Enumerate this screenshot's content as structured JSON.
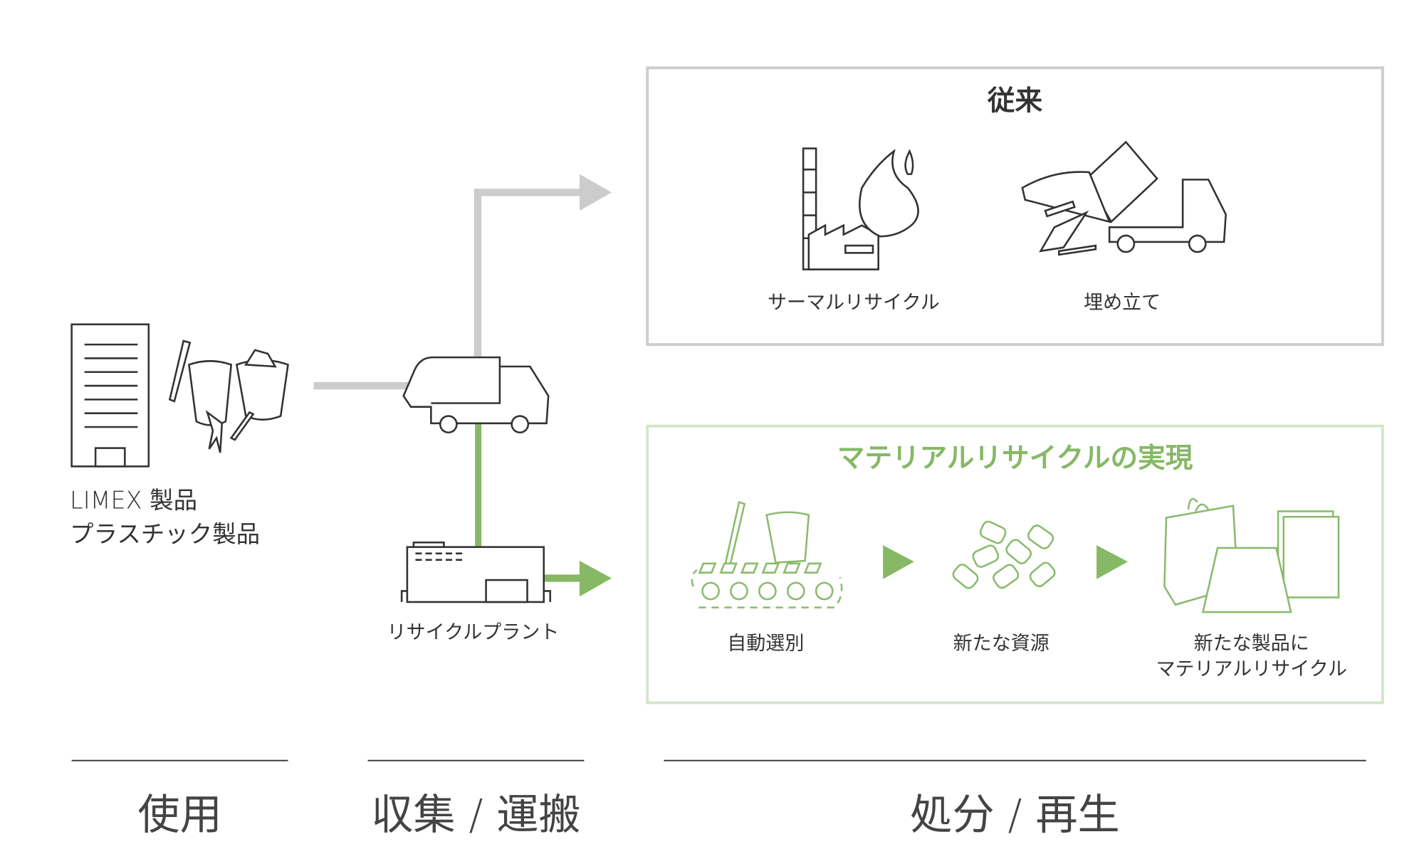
{
  "colors": {
    "green": "#86b865",
    "grey_flow": "#cccccc",
    "green_border": "#d3e5c8",
    "grey_border": "#cccccc",
    "title_green": "#86b865",
    "text": "#333333"
  },
  "source": {
    "line1": "LIMEX 製品",
    "line2": "プラスチック製品"
  },
  "recycle_plant": {
    "label": "リサイクルプラント"
  },
  "conventional": {
    "title": "従来",
    "items": [
      {
        "label": "サーマルリサイクル",
        "icon": "factory-fire-icon"
      },
      {
        "label": "埋め立て",
        "icon": "landfill-truck-icon"
      }
    ]
  },
  "material": {
    "title": "マテリアルリサイクルの実現",
    "steps": [
      {
        "label": "自動選別",
        "icon": "conveyor-sorting-icon"
      },
      {
        "label": "新たな資源",
        "icon": "pellets-icon"
      },
      {
        "label_line1": "新たな製品に",
        "label_line2": "マテリアルリサイクル",
        "icon": "bags-paper-icon"
      }
    ]
  },
  "stages": [
    "使用",
    "収集 / 運搬",
    "処分 / 再生"
  ]
}
